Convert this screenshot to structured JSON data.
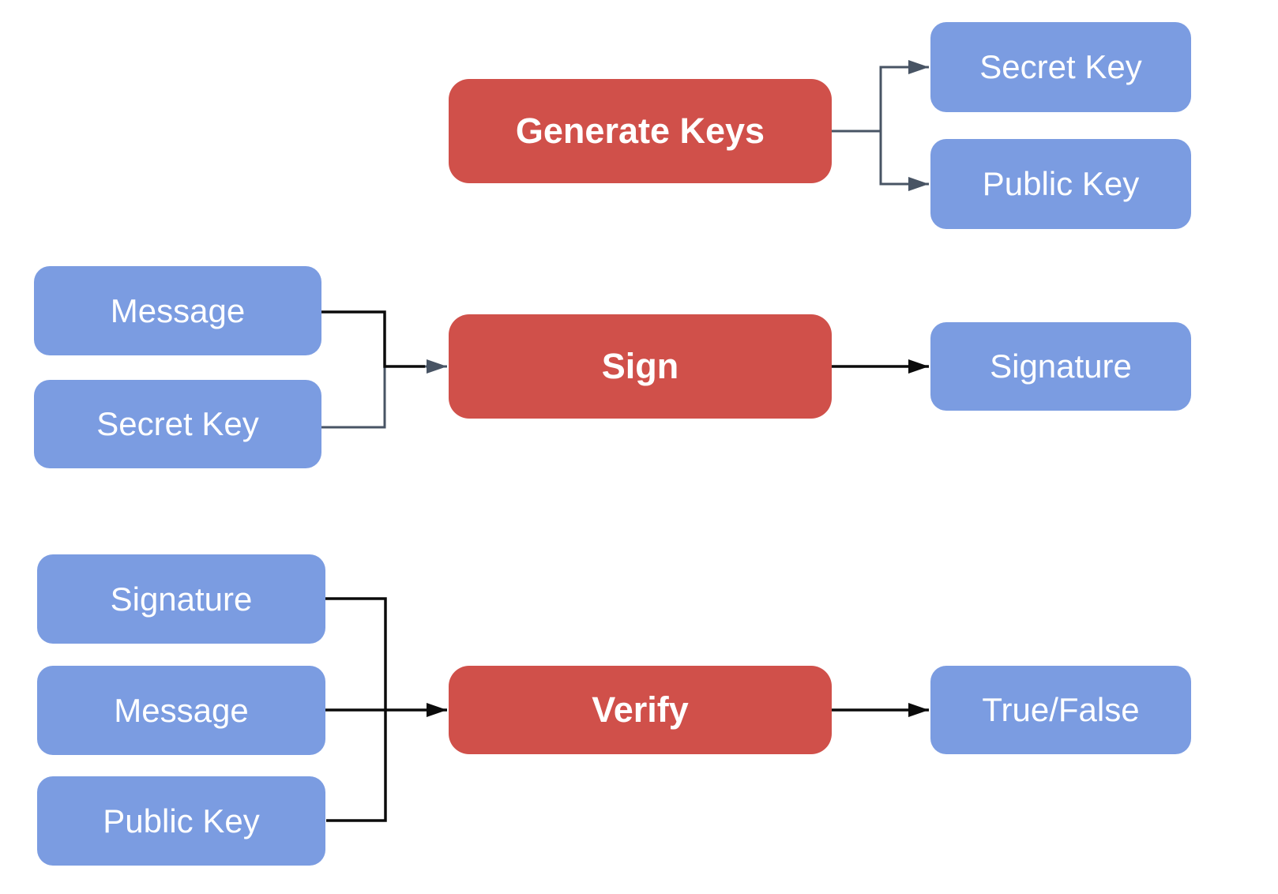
{
  "diagram": {
    "kind": "flow-diagram",
    "colors": {
      "process_fill": "#d0504a",
      "data_fill": "#7b9ce1",
      "edge_slate": "#485464",
      "edge_black": "#0b0b0b",
      "label_text": "#ffffff",
      "background": "#ffffff"
    },
    "nodes": {
      "generate_keys": {
        "label": "Generate Keys",
        "type": "process"
      },
      "secret_key_out": {
        "label": "Secret Key",
        "type": "data"
      },
      "public_key_out": {
        "label": "Public Key",
        "type": "data"
      },
      "message_sign": {
        "label": "Message",
        "type": "data"
      },
      "secret_key_sign": {
        "label": "Secret Key",
        "type": "data"
      },
      "sign": {
        "label": "Sign",
        "type": "process"
      },
      "signature_out": {
        "label": "Signature",
        "type": "data"
      },
      "signature_verify": {
        "label": "Signature",
        "type": "data"
      },
      "message_verify": {
        "label": "Message",
        "type": "data"
      },
      "public_key_verify": {
        "label": "Public Key",
        "type": "data"
      },
      "verify": {
        "label": "Verify",
        "type": "process"
      },
      "true_false": {
        "label": "True/False",
        "type": "data"
      }
    },
    "edges": [
      {
        "from": "generate_keys",
        "to": "secret_key_out",
        "color": "#485464"
      },
      {
        "from": "generate_keys",
        "to": "public_key_out",
        "color": "#485464"
      },
      {
        "from": "message_sign",
        "to": "sign",
        "color": "#0b0b0b"
      },
      {
        "from": "secret_key_sign",
        "to": "sign",
        "color": "#485464"
      },
      {
        "from": "sign",
        "to": "signature_out",
        "color": "#0b0b0b"
      },
      {
        "from": "signature_verify",
        "to": "verify",
        "color": "#0b0b0b"
      },
      {
        "from": "message_verify",
        "to": "verify",
        "color": "#0b0b0b"
      },
      {
        "from": "public_key_verify",
        "to": "verify",
        "color": "#0b0b0b"
      },
      {
        "from": "verify",
        "to": "true_false",
        "color": "#0b0b0b"
      }
    ]
  }
}
